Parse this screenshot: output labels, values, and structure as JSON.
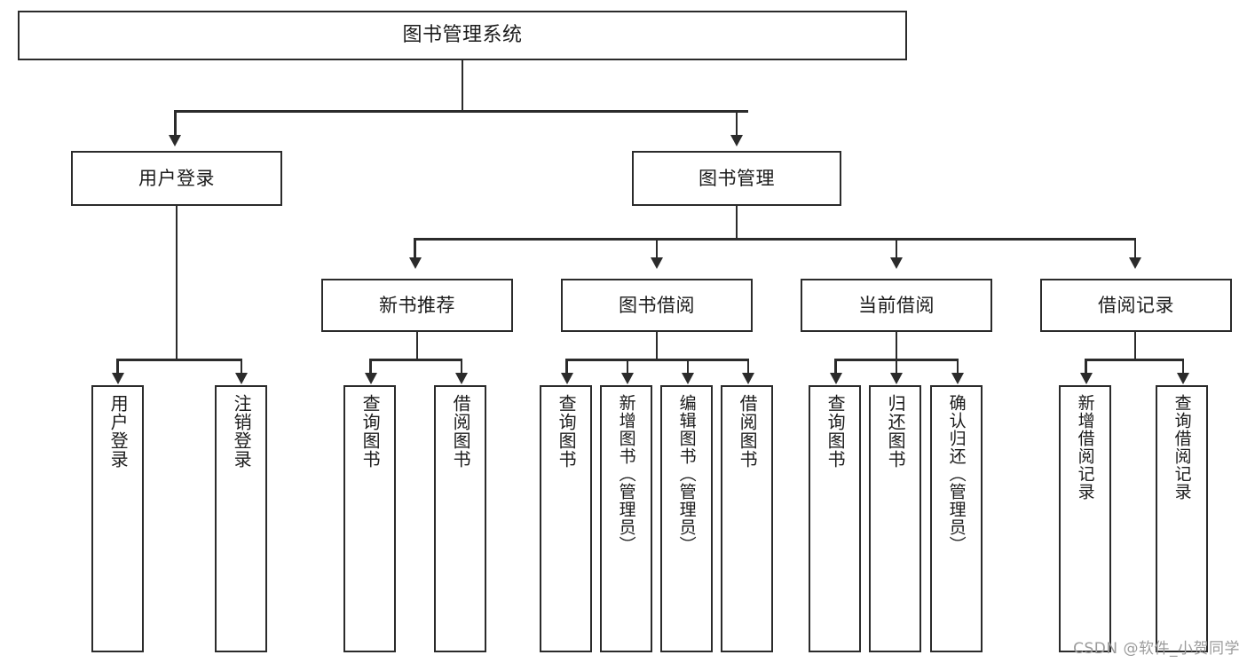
{
  "diagram": {
    "title": "图书管理系统",
    "type": "tree",
    "colors": {
      "stroke": "#2b2b2b",
      "fill": "#ffffff",
      "text": "#1b1b1b",
      "watermark": "#9b9b9b"
    },
    "levels": {
      "level1": [
        {
          "id": "root",
          "label": "图书管理系统"
        }
      ],
      "level2": [
        {
          "id": "user-login",
          "label": "用户登录"
        },
        {
          "id": "book-manage",
          "label": "图书管理"
        }
      ],
      "level3": [
        {
          "id": "new-book-rec",
          "label": "新书推荐",
          "parent": "book-manage"
        },
        {
          "id": "book-borrow",
          "label": "图书借阅",
          "parent": "book-manage"
        },
        {
          "id": "current-borrow",
          "label": "当前借阅",
          "parent": "book-manage"
        },
        {
          "id": "borrow-record",
          "label": "借阅记录",
          "parent": "book-manage"
        }
      ],
      "level4": [
        {
          "id": "leaf-user-login",
          "label": "用户登录",
          "parent": "user-login"
        },
        {
          "id": "leaf-logout",
          "label": "注销登录",
          "parent": "user-login"
        },
        {
          "id": "leaf-query-book-1",
          "label": "查询图书",
          "parent": "new-book-rec"
        },
        {
          "id": "leaf-borrow-book-1",
          "label": "借阅图书",
          "parent": "new-book-rec"
        },
        {
          "id": "leaf-query-book-2",
          "label": "查询图书",
          "parent": "book-borrow"
        },
        {
          "id": "leaf-add-book",
          "label": "新增图书（管理员）",
          "parent": "book-borrow"
        },
        {
          "id": "leaf-edit-book",
          "label": "编辑图书（管理员）",
          "parent": "book-borrow"
        },
        {
          "id": "leaf-borrow-book-2",
          "label": "借阅图书",
          "parent": "book-borrow"
        },
        {
          "id": "leaf-query-book-3",
          "label": "查询图书",
          "parent": "current-borrow"
        },
        {
          "id": "leaf-return-book",
          "label": "归还图书",
          "parent": "current-borrow"
        },
        {
          "id": "leaf-confirm-return",
          "label": "确认归还（管理员）",
          "parent": "current-borrow"
        },
        {
          "id": "leaf-add-record",
          "label": "新增借阅记录",
          "parent": "borrow-record"
        },
        {
          "id": "leaf-query-record",
          "label": "查询借阅记录",
          "parent": "borrow-record"
        }
      ]
    }
  },
  "watermark": {
    "text": "CSDN @软件_小贺同学"
  }
}
